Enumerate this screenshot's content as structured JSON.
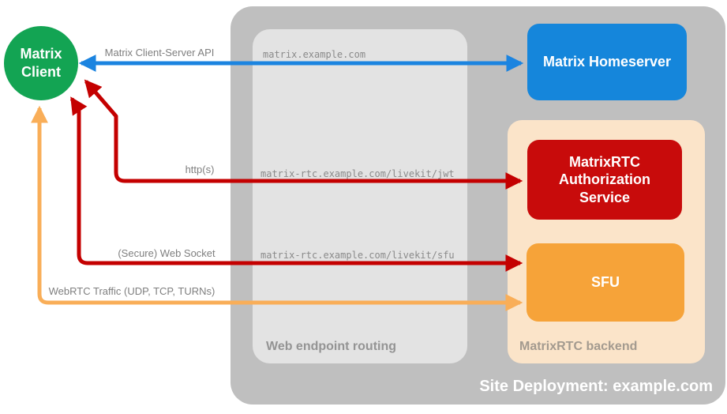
{
  "client": {
    "label_line1": "Matrix",
    "label_line2": "Client",
    "color": "#13a453"
  },
  "deployment": {
    "caption": "Site Deployment: example.com",
    "bg": "#bfbfbf"
  },
  "routing": {
    "caption": "Web endpoint routing",
    "bg": "#e3e3e3",
    "endpoints": [
      "matrix.example.com",
      "matrix-rtc.example.com/livekit/jwt",
      "matrix-rtc.example.com/livekit/sfu"
    ]
  },
  "backend": {
    "caption": "MatrixRTC backend",
    "bg": "#fbe4c9"
  },
  "nodes": {
    "homeserver": {
      "label": "Matrix Homeserver",
      "bg": "#1586db"
    },
    "auth": {
      "label": "MatrixRTC Authorization Service",
      "bg": "#c80b0b"
    },
    "sfu": {
      "label": "SFU",
      "bg": "#f6a339"
    }
  },
  "arrows": [
    {
      "id": "client-server-api",
      "label": "Matrix Client-Server API",
      "color": "#1b84e0",
      "style": "double-headed"
    },
    {
      "id": "https",
      "label": "http(s)",
      "color": "#c40000",
      "style": "double-headed"
    },
    {
      "id": "websocket",
      "label": "(Secure) Web Socket",
      "color": "#c40000",
      "style": "double-headed"
    },
    {
      "id": "webrtc",
      "label": "WebRTC Traffic (UDP, TCP, TURNs)",
      "color": "#f9ae58",
      "style": "double-headed"
    }
  ]
}
